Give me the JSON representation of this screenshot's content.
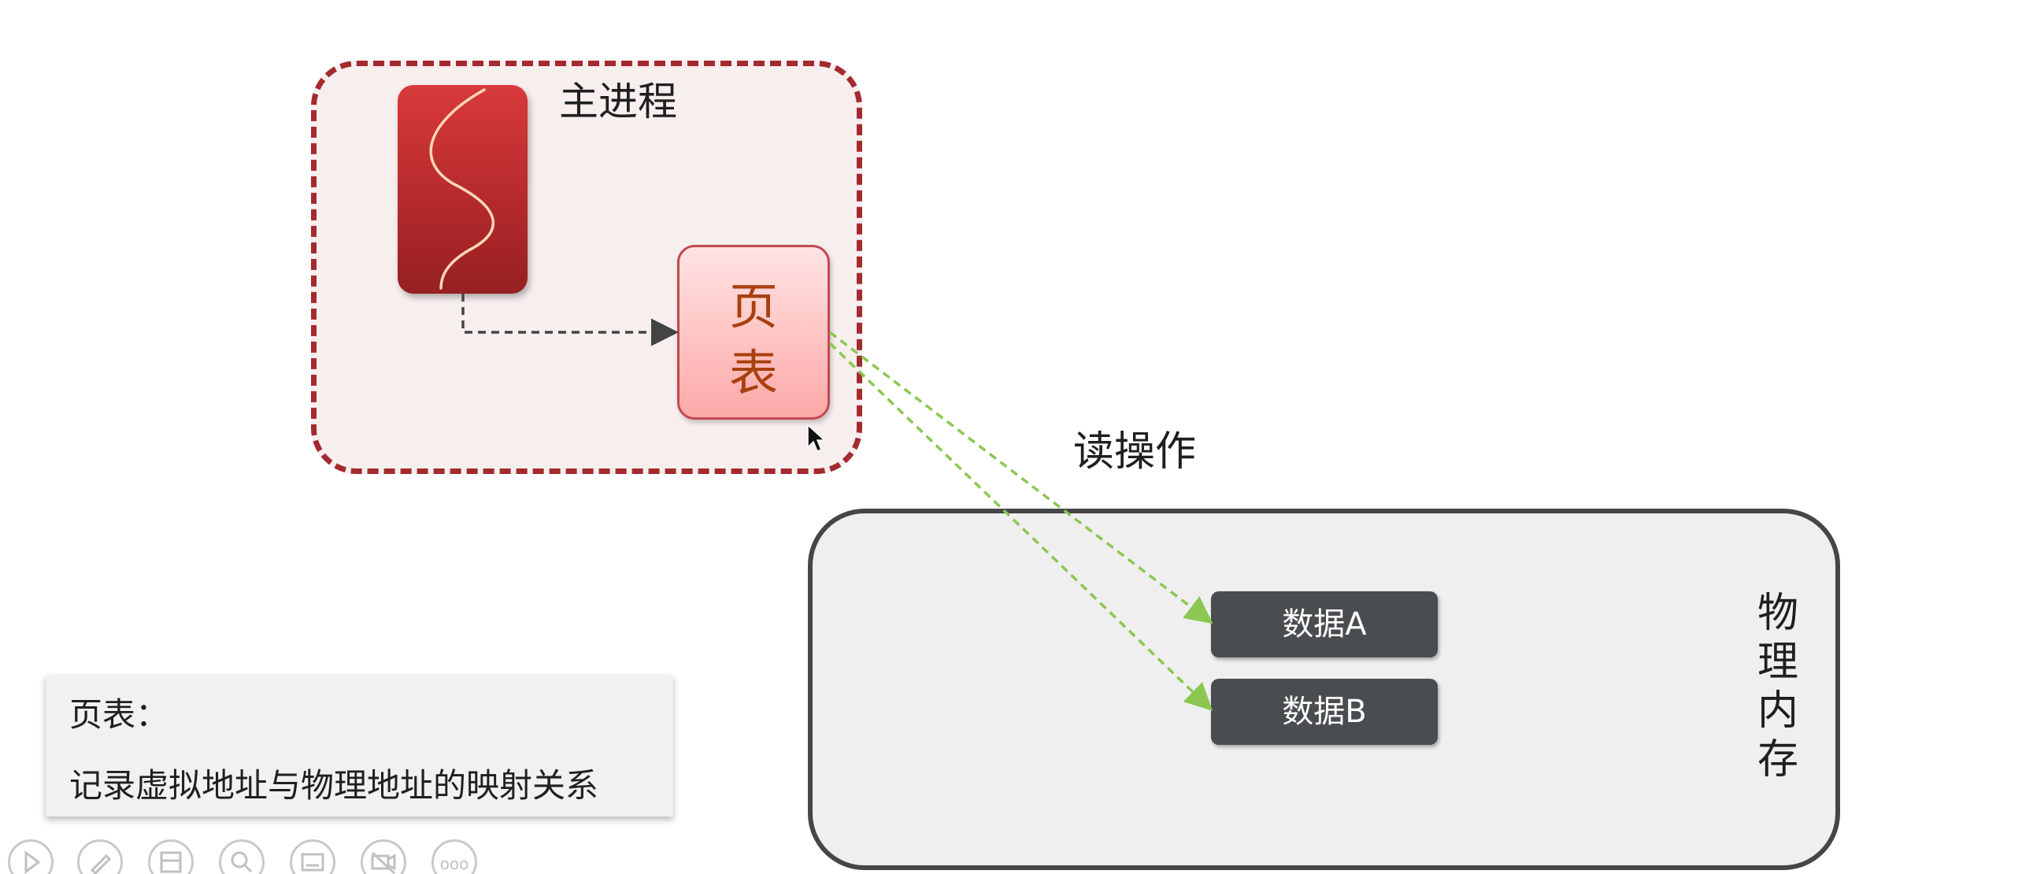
{
  "process": {
    "label": "主进程",
    "page_table_label": "页\n表"
  },
  "read_operation_label": "读操作",
  "memory": {
    "label": "物\n理\n内\n存",
    "blocks": [
      "数据A",
      "数据B"
    ]
  },
  "note": {
    "title": "页表：",
    "body": "记录虚拟地址与物理地址的映射关系"
  },
  "toolbar": {
    "icons": [
      "play-icon",
      "pen-icon",
      "slides-icon",
      "zoom-icon",
      "subtitle-icon",
      "video-off-icon",
      "more-icon"
    ],
    "more_glyph": "ooo"
  },
  "colors": {
    "process_border": "#a32a2f",
    "thread_red": "#c0302f",
    "page_table_text": "#a8410f",
    "arrow_green": "#8cc752",
    "data_block": "#4a4d4f"
  }
}
